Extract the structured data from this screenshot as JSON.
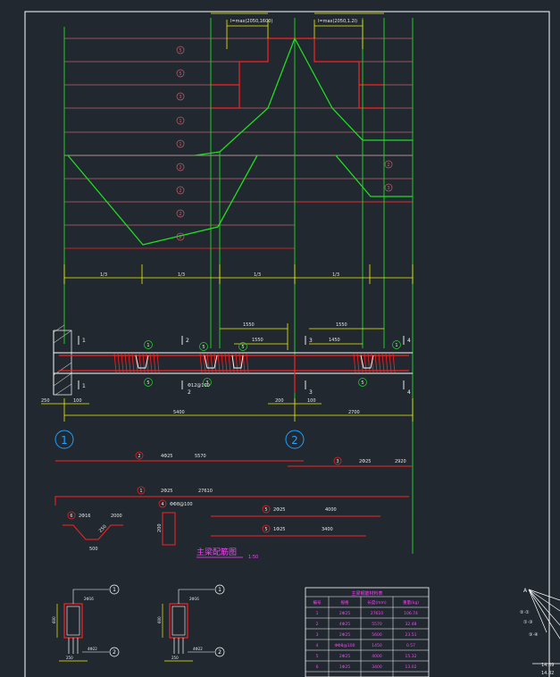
{
  "colors": {
    "background": "#212830",
    "frame": "#ffffff",
    "envelope": "#20dd20",
    "moment_lines": "#c06070",
    "rebar": "#ff2020",
    "dimension": "#f0f000",
    "axis_lines": "#20dd20",
    "table_text": "#ff40ff"
  },
  "moment_diagram": {
    "top_dims": [
      "l=max(2050,1600)",
      "l=max(2050,1.2l)"
    ],
    "row_markers": [
      "5",
      "5",
      "3",
      "1",
      "1",
      "2",
      "2",
      "2",
      "2"
    ],
    "right_markers": [
      "2",
      "3"
    ],
    "span_dims": [
      "1/3",
      "1/3",
      "1/3",
      "1/3"
    ]
  },
  "beam": {
    "section_marks": [
      "1",
      "1",
      "2",
      "2",
      "3",
      "3",
      "4",
      "4"
    ],
    "cut_lengths_top": [
      "1550",
      "1550"
    ],
    "cut_lengths_inner": [
      "1550",
      "1450"
    ],
    "circled_labels_top": [
      "1",
      "5",
      "5",
      "1"
    ],
    "circled_labels_bottom": [
      "5",
      "3",
      "5"
    ],
    "stirrup_note": "Φ12@100",
    "support_dims": [
      "250",
      "100",
      "200",
      "100"
    ],
    "spans": [
      "5400",
      "2700"
    ]
  },
  "axes": [
    "1",
    "2"
  ],
  "bars": [
    {
      "num": "2",
      "spec": "4Φ25",
      "length": "5570"
    },
    {
      "num": "3",
      "spec": "2Φ25",
      "length": "2920"
    },
    {
      "num": "1",
      "spec": "2Φ25",
      "length": "27610"
    },
    {
      "num": "6",
      "spec": "2Φ16",
      "length": "2000"
    },
    {
      "num": "4",
      "spec": "ΦΦ8@100",
      "length": ""
    },
    {
      "num": "5",
      "spec": "2Φ25",
      "length": "4000"
    },
    {
      "num": "5",
      "spec": "1Φ25",
      "length": "3400"
    }
  ],
  "bent_bar": {
    "a": "500",
    "b": "250"
  },
  "stirrup_dim": "200",
  "title": "主梁配筋图",
  "scale": "1:50",
  "details": [
    {
      "top": "2Φ16",
      "bottom": "4Φ22",
      "width": "250",
      "height": "600",
      "axis_top": "1",
      "axis_bottom": "2"
    },
    {
      "top": "2Φ16",
      "bottom": "4Φ22",
      "width": "250",
      "height": "600",
      "axis_top": "1",
      "axis_bottom": "2"
    }
  ],
  "table": {
    "title": "主梁钢筋材料表",
    "headers": [
      "编号",
      "规格",
      "长度(mm)",
      "重量(kg)"
    ],
    "rows": [
      [
        "1",
        "2Φ25",
        "27610",
        "106.74"
      ],
      [
        "2",
        "4Φ25",
        "5570",
        "32.48"
      ],
      [
        "3",
        "2Φ25",
        "5600",
        "23.51"
      ],
      [
        "4",
        "ΦΦ8@100",
        "1450",
        "0.57"
      ],
      [
        "5",
        "2Φ25",
        "4000",
        "15.32"
      ],
      [
        "6",
        "1Φ25",
        "3400",
        "13.02"
      ]
    ]
  },
  "corner_labels": [
    "A",
    "②·①",
    "①·③",
    "③·④",
    "14.89",
    "14.82"
  ]
}
